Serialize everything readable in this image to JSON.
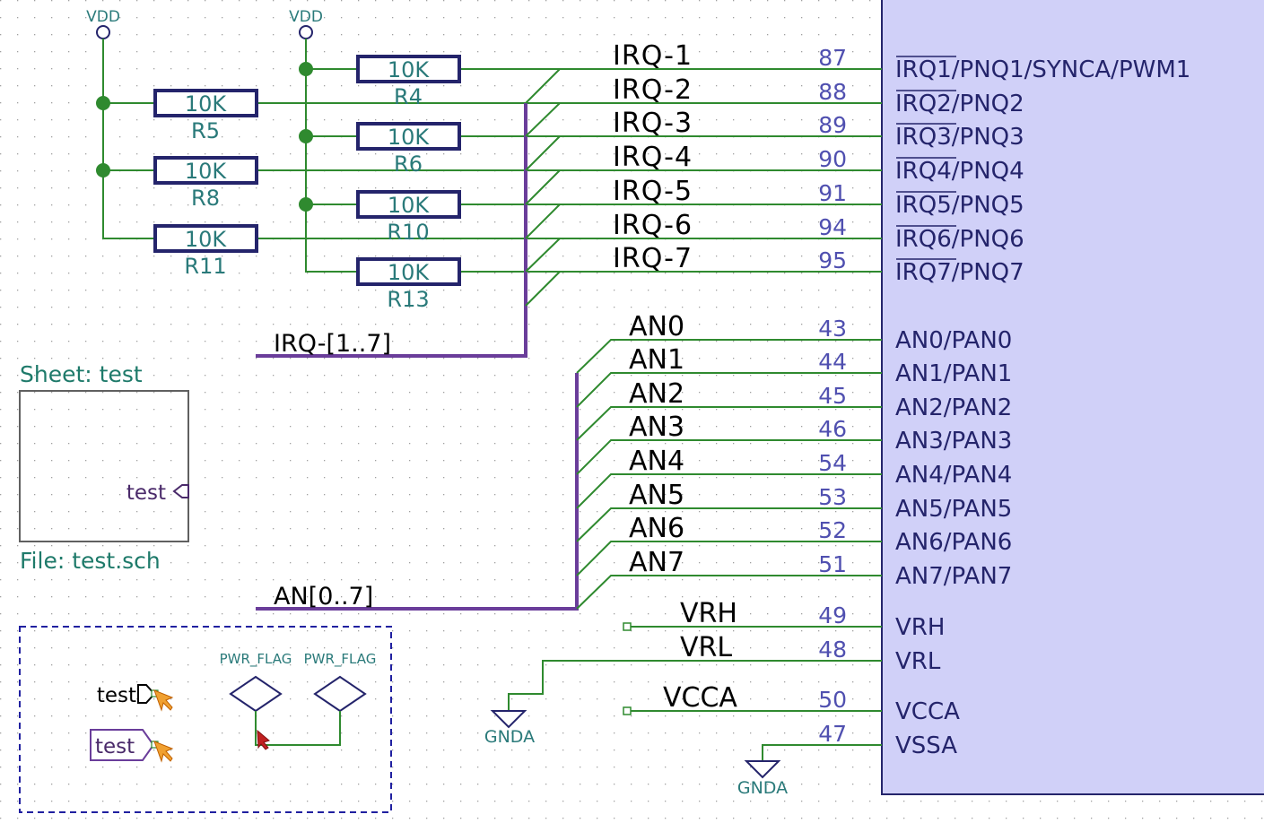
{
  "power_vdd": "VDD",
  "resistors": [
    {
      "ref": "R4",
      "value": "10K"
    },
    {
      "ref": "R5",
      "value": "10K"
    },
    {
      "ref": "R6",
      "value": "10K"
    },
    {
      "ref": "R8",
      "value": "10K"
    },
    {
      "ref": "R10",
      "value": "10K"
    },
    {
      "ref": "R11",
      "value": "10K"
    },
    {
      "ref": "R13",
      "value": "10K"
    }
  ],
  "irq_nets": [
    {
      "net": "IRQ-1",
      "pin": "87",
      "pin_name": "/PNQ1/SYNCA/PWM1",
      "overbar": "IRQ1"
    },
    {
      "net": "IRQ-2",
      "pin": "88",
      "pin_name": "/PNQ2",
      "overbar": "IRQ2"
    },
    {
      "net": "IRQ-3",
      "pin": "89",
      "pin_name": "/PNQ3",
      "overbar": "IRQ3"
    },
    {
      "net": "IRQ-4",
      "pin": "90",
      "pin_name": "/PNQ4",
      "overbar": "IRQ4"
    },
    {
      "net": "IRQ-5",
      "pin": "91",
      "pin_name": "/PNQ5",
      "overbar": "IRQ5"
    },
    {
      "net": "IRQ-6",
      "pin": "94",
      "pin_name": "/PNQ6",
      "overbar": "IRQ6"
    },
    {
      "net": "IRQ-7",
      "pin": "95",
      "pin_name": "/PNQ7",
      "overbar": "IRQ7"
    }
  ],
  "irq_bus_label": "IRQ-[1..7]",
  "an_nets": [
    {
      "net": "AN0",
      "pin": "43",
      "pin_name": "AN0/PAN0"
    },
    {
      "net": "AN1",
      "pin": "44",
      "pin_name": "AN1/PAN1"
    },
    {
      "net": "AN2",
      "pin": "45",
      "pin_name": "AN2/PAN2"
    },
    {
      "net": "AN3",
      "pin": "46",
      "pin_name": "AN3/PAN3"
    },
    {
      "net": "AN4",
      "pin": "54",
      "pin_name": "AN4/PAN4"
    },
    {
      "net": "AN5",
      "pin": "53",
      "pin_name": "AN5/PAN5"
    },
    {
      "net": "AN6",
      "pin": "52",
      "pin_name": "AN6/PAN6"
    },
    {
      "net": "AN7",
      "pin": "51",
      "pin_name": "AN7/PAN7"
    }
  ],
  "an_bus_label": "AN[0..7]",
  "analog_pins": [
    {
      "net": "VRH",
      "pin": "49",
      "pin_name": "VRH"
    },
    {
      "net": "VRL",
      "pin": "48",
      "pin_name": "VRL"
    },
    {
      "net": "VCCA",
      "pin": "50",
      "pin_name": "VCCA"
    },
    {
      "net": "",
      "pin": "47",
      "pin_name": "VSSA"
    }
  ],
  "gnda_label": "GNDA",
  "sheet": {
    "name": "Sheet: test",
    "file": "File: test.sch",
    "pin": "test"
  },
  "labels": {
    "global_test": "test",
    "hier_test": "test",
    "pwr_flag": "PWR_FLAG"
  },
  "colors": {
    "wire": "#2f8a2f",
    "bus": "#6a3d9a",
    "component": "#24246b",
    "pin_number": "#5050b0",
    "ic_fill": "#d0d0f8",
    "reference": "#2a7a7a",
    "sheet_text": "#1e7a6a",
    "label": "#000000",
    "group_border": "#2020a0"
  }
}
